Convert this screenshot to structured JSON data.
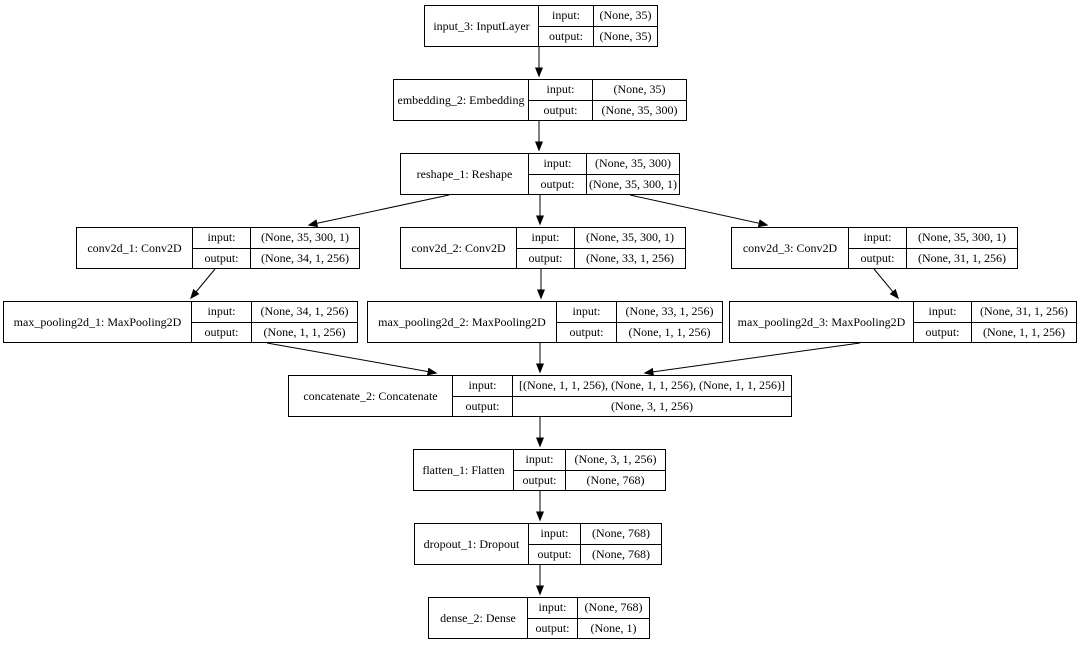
{
  "diagram": {
    "kind": "keras-model-architecture-graph",
    "nodes": [
      {
        "id": "input_3",
        "name": "input_3: InputLayer",
        "input_label": "input:",
        "output_label": "output:",
        "input_shape": "(None, 35)",
        "output_shape": "(None, 35)"
      },
      {
        "id": "embedding_2",
        "name": "embedding_2: Embedding",
        "input_label": "input:",
        "output_label": "output:",
        "input_shape": "(None, 35)",
        "output_shape": "(None, 35, 300)"
      },
      {
        "id": "reshape_1",
        "name": "reshape_1: Reshape",
        "input_label": "input:",
        "output_label": "output:",
        "input_shape": "(None, 35, 300)",
        "output_shape": "(None, 35, 300, 1)"
      },
      {
        "id": "conv2d_1",
        "name": "conv2d_1: Conv2D",
        "input_label": "input:",
        "output_label": "output:",
        "input_shape": "(None, 35, 300, 1)",
        "output_shape": "(None, 34, 1, 256)"
      },
      {
        "id": "conv2d_2",
        "name": "conv2d_2: Conv2D",
        "input_label": "input:",
        "output_label": "output:",
        "input_shape": "(None, 35, 300, 1)",
        "output_shape": "(None, 33, 1, 256)"
      },
      {
        "id": "conv2d_3",
        "name": "conv2d_3: Conv2D",
        "input_label": "input:",
        "output_label": "output:",
        "input_shape": "(None, 35, 300, 1)",
        "output_shape": "(None, 31, 1, 256)"
      },
      {
        "id": "max_pooling2d_1",
        "name": "max_pooling2d_1: MaxPooling2D",
        "input_label": "input:",
        "output_label": "output:",
        "input_shape": "(None, 34, 1, 256)",
        "output_shape": "(None, 1, 1, 256)"
      },
      {
        "id": "max_pooling2d_2",
        "name": "max_pooling2d_2: MaxPooling2D",
        "input_label": "input:",
        "output_label": "output:",
        "input_shape": "(None, 33, 1, 256)",
        "output_shape": "(None, 1, 1, 256)"
      },
      {
        "id": "max_pooling2d_3",
        "name": "max_pooling2d_3: MaxPooling2D",
        "input_label": "input:",
        "output_label": "output:",
        "input_shape": "(None, 31, 1, 256)",
        "output_shape": "(None, 1, 1, 256)"
      },
      {
        "id": "concatenate_2",
        "name": "concatenate_2: Concatenate",
        "input_label": "input:",
        "output_label": "output:",
        "input_shape": "[(None, 1, 1, 256), (None, 1, 1, 256), (None, 1, 1, 256)]",
        "output_shape": "(None, 3, 1, 256)"
      },
      {
        "id": "flatten_1",
        "name": "flatten_1: Flatten",
        "input_label": "input:",
        "output_label": "output:",
        "input_shape": "(None, 3, 1, 256)",
        "output_shape": "(None, 768)"
      },
      {
        "id": "dropout_1",
        "name": "dropout_1: Dropout",
        "input_label": "input:",
        "output_label": "output:",
        "input_shape": "(None, 768)",
        "output_shape": "(None, 768)"
      },
      {
        "id": "dense_2",
        "name": "dense_2: Dense",
        "input_label": "input:",
        "output_label": "output:",
        "input_shape": "(None, 768)",
        "output_shape": "(None, 1)"
      }
    ],
    "edges": [
      {
        "from": "input_3",
        "to": "embedding_2"
      },
      {
        "from": "embedding_2",
        "to": "reshape_1"
      },
      {
        "from": "reshape_1",
        "to": "conv2d_1"
      },
      {
        "from": "reshape_1",
        "to": "conv2d_2"
      },
      {
        "from": "reshape_1",
        "to": "conv2d_3"
      },
      {
        "from": "conv2d_1",
        "to": "max_pooling2d_1"
      },
      {
        "from": "conv2d_2",
        "to": "max_pooling2d_2"
      },
      {
        "from": "conv2d_3",
        "to": "max_pooling2d_3"
      },
      {
        "from": "max_pooling2d_1",
        "to": "concatenate_2"
      },
      {
        "from": "max_pooling2d_2",
        "to": "concatenate_2"
      },
      {
        "from": "max_pooling2d_3",
        "to": "concatenate_2"
      },
      {
        "from": "concatenate_2",
        "to": "flatten_1"
      },
      {
        "from": "flatten_1",
        "to": "dropout_1"
      },
      {
        "from": "dropout_1",
        "to": "dense_2"
      }
    ]
  }
}
